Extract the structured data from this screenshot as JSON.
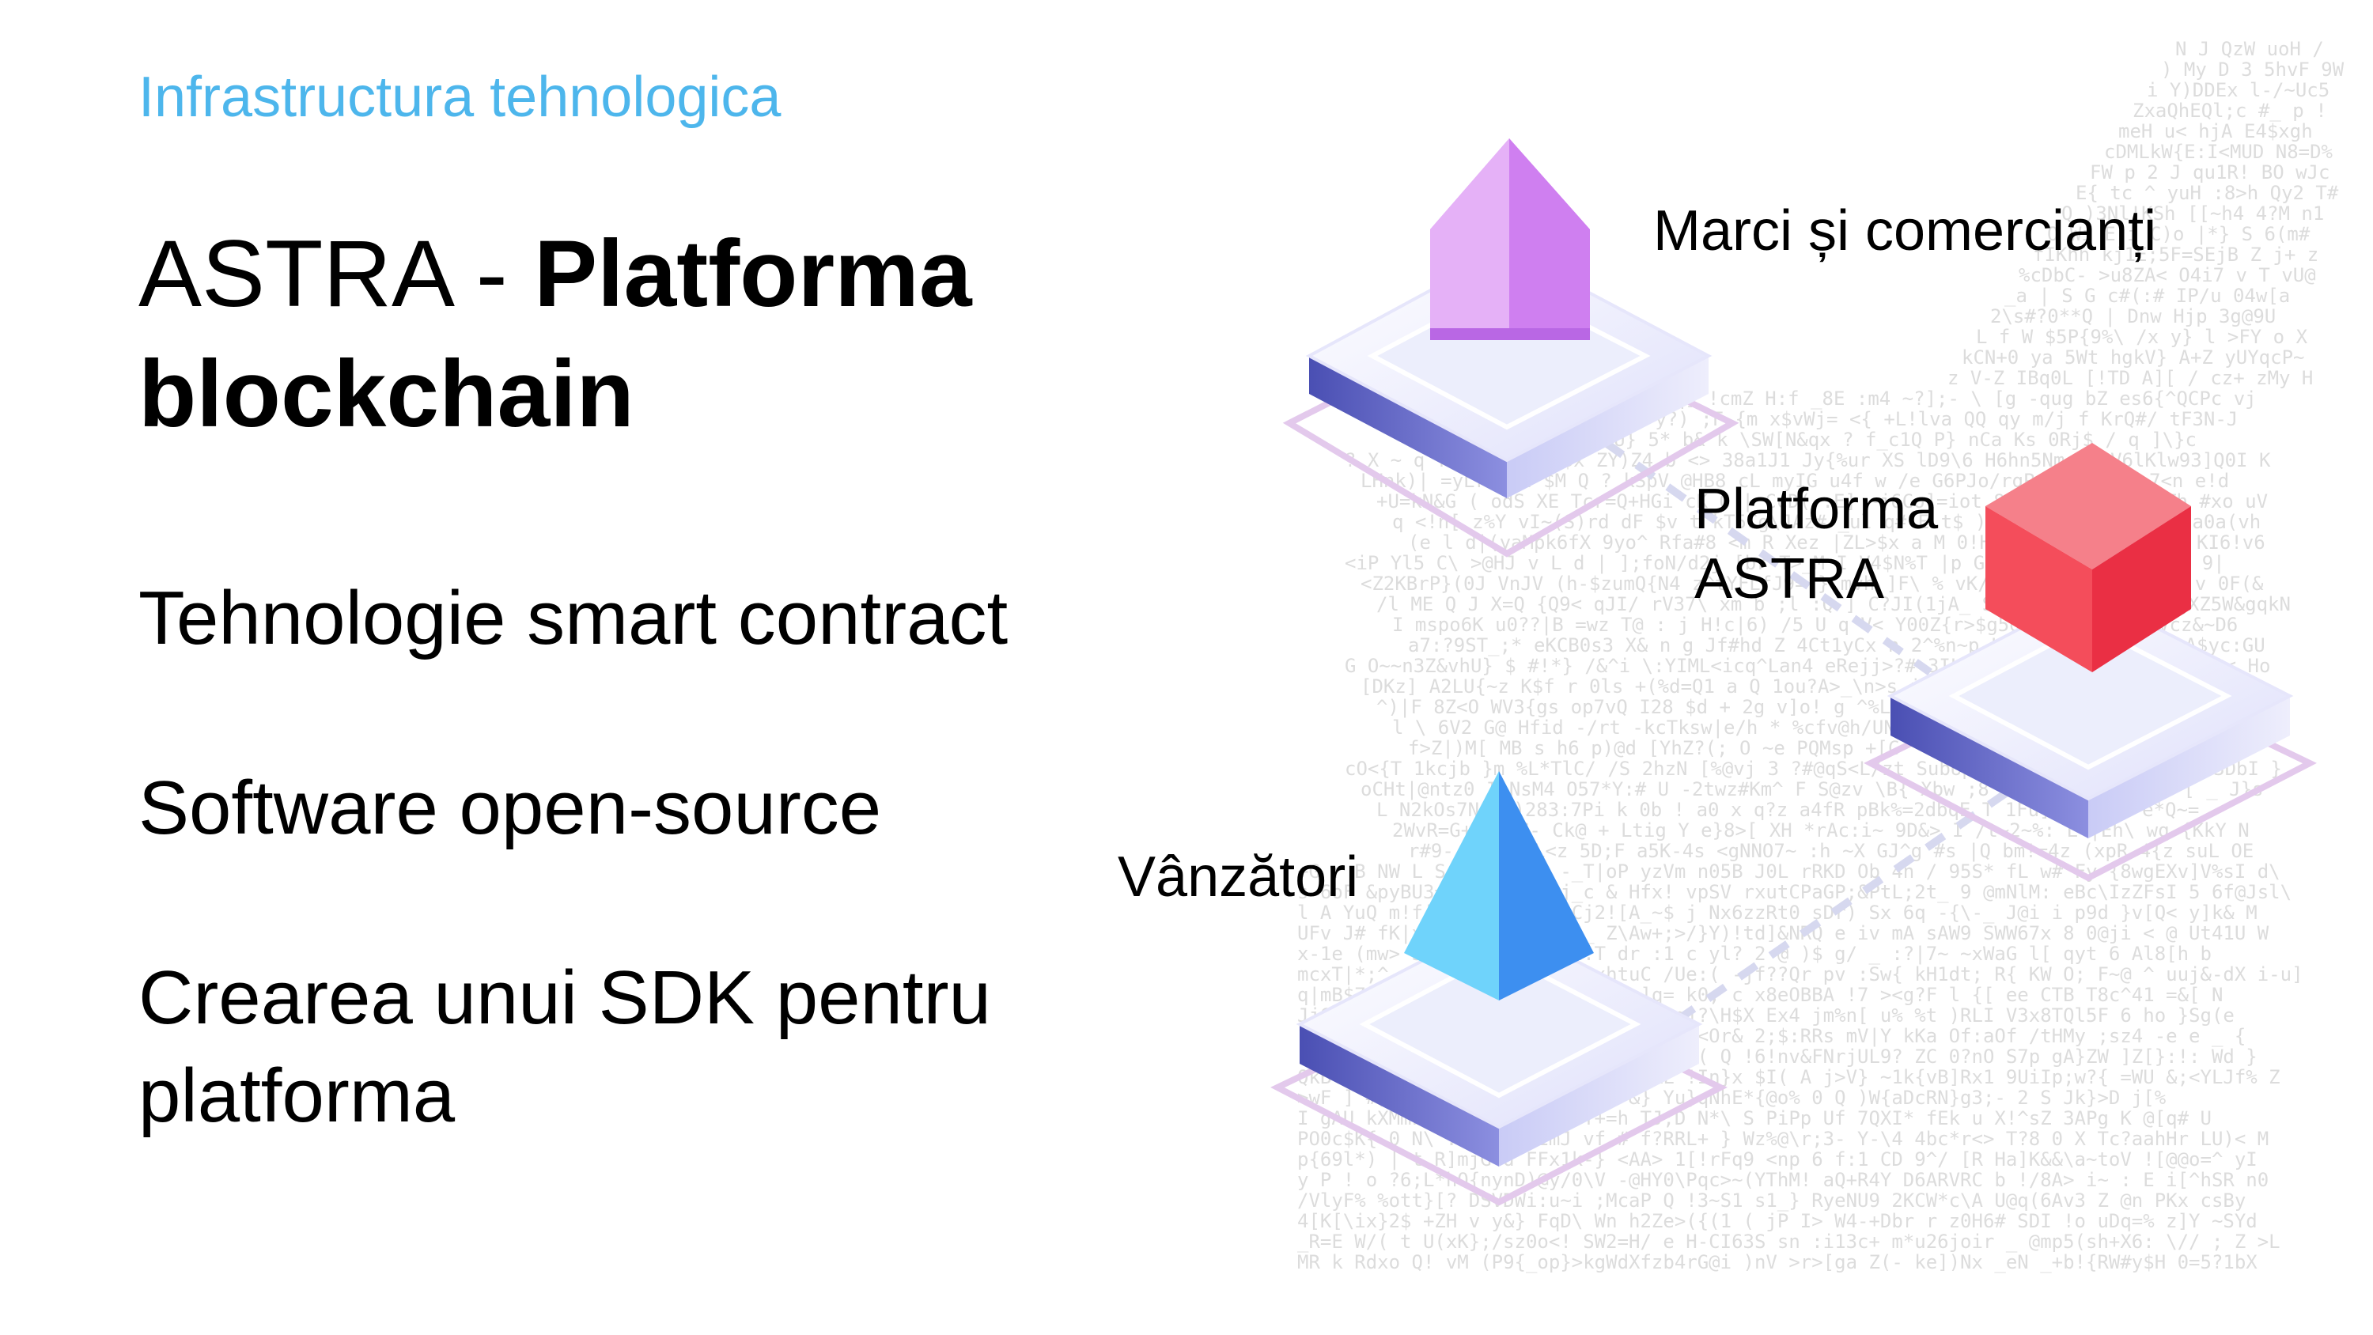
{
  "slide": {
    "kicker": "Infrastructura tehnologica",
    "title_prefix": "ASTRA - ",
    "title_bold": "Platforma blockchain",
    "bullets": [
      "Tehnologie smart contract",
      "Software open-source",
      "Crearea unui SDK pentru platforma"
    ]
  },
  "diagram": {
    "nodes": [
      {
        "label": "Marci și comercianți",
        "shape": "pentagonal-prism",
        "color": "#d07ff0"
      },
      {
        "label": "Platforma ASTRA",
        "shape": "cube",
        "color": "#f5404f"
      },
      {
        "label": "Vânzători",
        "shape": "pyramid",
        "color": "#3aa3f3"
      }
    ]
  },
  "colors": {
    "accent": "#4db6ec",
    "platform_top": "#e8e9ff",
    "platform_side": "#5559b8"
  }
}
